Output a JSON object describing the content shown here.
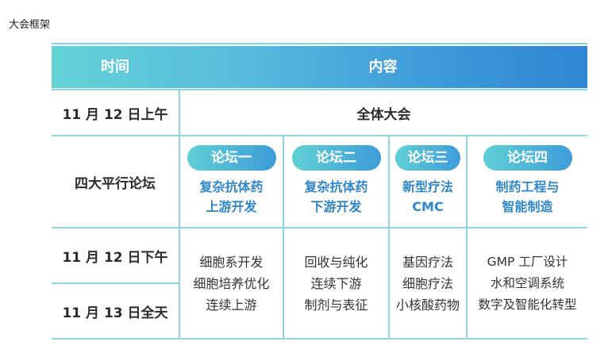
{
  "page_title": "大会框架",
  "header": {
    "time": "时间",
    "content": "内容"
  },
  "rows": {
    "row1_time": "11 月 12 日上午",
    "plenary": "全体大会",
    "row2_time": "四大平行论坛",
    "row3_time": "11 月 12 日下午",
    "row4_time": "11 月 13 日全天"
  },
  "forums": [
    {
      "badge": "论坛一",
      "title_lines": [
        "复杂抗体药",
        "上游开发"
      ],
      "topics": [
        "细胞系开发",
        "细胞培养优化",
        "连续上游"
      ]
    },
    {
      "badge": "论坛二",
      "title_lines": [
        "复杂抗体药",
        "下游开发"
      ],
      "topics": [
        "回收与纯化",
        "连续下游",
        "制剂与表征"
      ]
    },
    {
      "badge": "论坛三",
      "title_lines": [
        "新型疗法",
        "CMC"
      ],
      "topics": [
        "基因疗法",
        "细胞疗法",
        "小核酸药物"
      ]
    },
    {
      "badge": "论坛四",
      "title_lines": [
        "制药工程与",
        "智能制造"
      ],
      "topics": [
        "GMP 工厂设计",
        "水和空调系统",
        "数字及智能化转型"
      ]
    }
  ],
  "colors": {
    "accent_start": "#63d3d6",
    "accent_end": "#2f86d3",
    "forum_title": "#2f86c9",
    "grid_line": "#8fd6e0"
  }
}
